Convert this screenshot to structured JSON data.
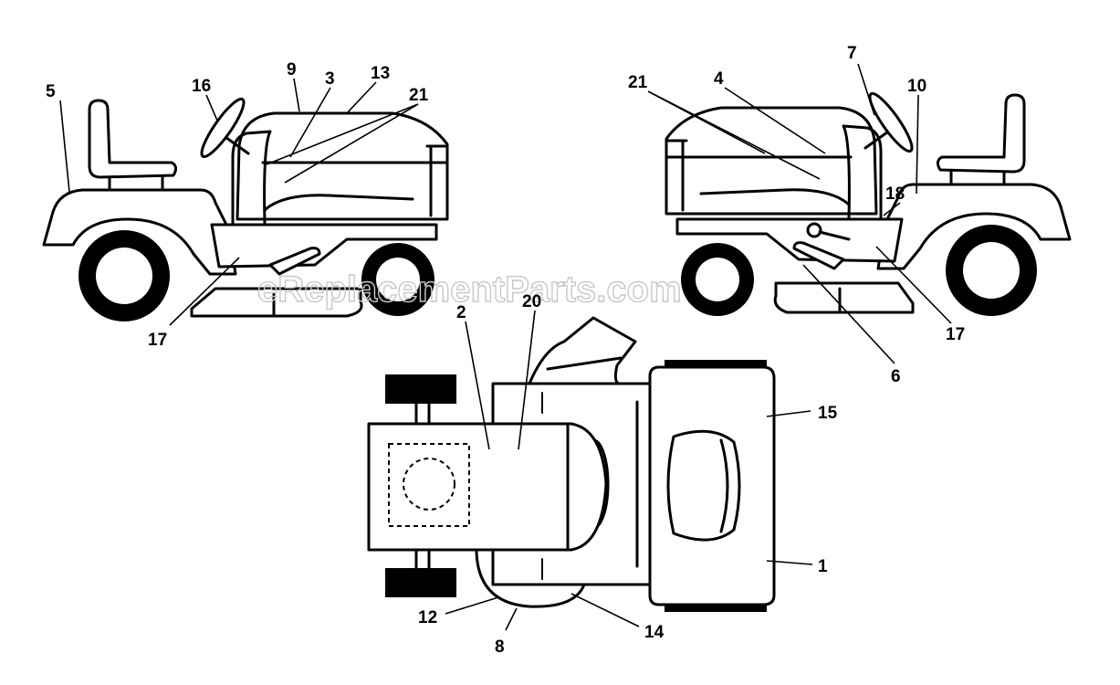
{
  "watermark": "eReplacementParts.com",
  "callouts": [
    {
      "id": "c5",
      "text": "5"
    },
    {
      "id": "c16",
      "text": "16"
    },
    {
      "id": "c9",
      "text": "9"
    },
    {
      "id": "c3",
      "text": "3"
    },
    {
      "id": "c13",
      "text": "13"
    },
    {
      "id": "c21a",
      "text": "21"
    },
    {
      "id": "c17a",
      "text": "17"
    },
    {
      "id": "c21b",
      "text": "21"
    },
    {
      "id": "c4",
      "text": "4"
    },
    {
      "id": "c7",
      "text": "7"
    },
    {
      "id": "c10",
      "text": "10"
    },
    {
      "id": "c18",
      "text": "18"
    },
    {
      "id": "c17b",
      "text": "17"
    },
    {
      "id": "c6",
      "text": "6"
    },
    {
      "id": "c2",
      "text": "2"
    },
    {
      "id": "c20",
      "text": "20"
    },
    {
      "id": "c15",
      "text": "15"
    },
    {
      "id": "c1",
      "text": "1"
    },
    {
      "id": "c12",
      "text": "12"
    },
    {
      "id": "c8",
      "text": "8"
    },
    {
      "id": "c14",
      "text": "14"
    }
  ],
  "colors": {
    "line": "#000000",
    "background": "#ffffff",
    "watermark": "#c8c8c8"
  }
}
